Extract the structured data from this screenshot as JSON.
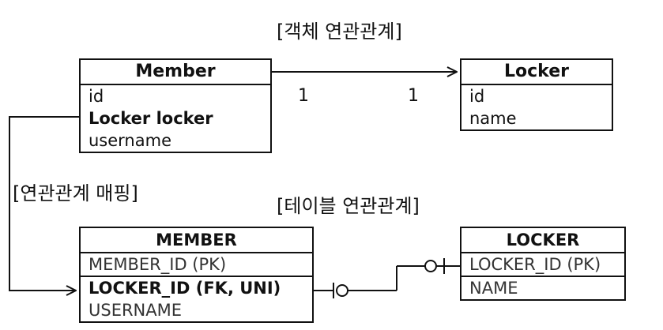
{
  "labels": {
    "object_title": "[객체 연관관계]",
    "mapping_title": "[연관관계 매핑]",
    "table_title": "[테이블 연관관계]",
    "mult_left": "1",
    "mult_right": "1"
  },
  "member_class": {
    "name": "Member",
    "fields": [
      "id",
      "Locker locker",
      "username"
    ]
  },
  "locker_class": {
    "name": "Locker",
    "fields": [
      "id",
      "name"
    ]
  },
  "member_table": {
    "name": "MEMBER",
    "pk": "MEMBER_ID (PK)",
    "fields": [
      "LOCKER_ID (FK, UNI)",
      "USERNAME"
    ]
  },
  "locker_table": {
    "name": "LOCKER",
    "pk": "LOCKER_ID (PK)",
    "fields": [
      "NAME"
    ]
  }
}
